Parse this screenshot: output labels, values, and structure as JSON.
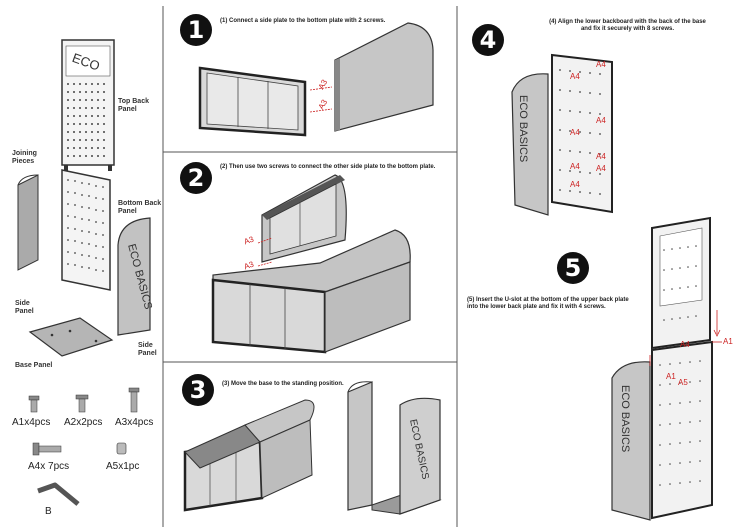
{
  "parts": {
    "top_back_panel": "Top Back\nPanel",
    "joining_pieces": "Joining\nPieces",
    "bottom_back_panel": "Bottom Back\nPanel",
    "side_panel_left": "Side\nPanel",
    "side_panel_right": "Side\nPanel",
    "base_panel": "Base Panel",
    "brand": "ECO BASICS"
  },
  "hardware": [
    {
      "code": "A1x4pcs"
    },
    {
      "code": "A2x2pcs"
    },
    {
      "code": "A3x4pcs"
    },
    {
      "code": "A4x 7pcs"
    },
    {
      "code": "A5x1pc"
    },
    {
      "code": "B"
    }
  ],
  "steps": [
    {
      "number": "1",
      "text": "(1)  Connect a side plate to the bottom plate with 2 screws."
    },
    {
      "number": "2",
      "text": "(2)  Then use two screws to connect the other side plate to the bottom plate."
    },
    {
      "number": "3",
      "text": "(3)  Move the base to the standing position."
    },
    {
      "number": "4",
      "text": "(4)  Align the lower backboard with the back of the base\nand fix it securely with 8 screws."
    },
    {
      "number": "5",
      "text": "(5)  Insert the U-slot at the bottom of the upper back plate\ninto the lower back plate and fix it with 4 screws."
    }
  ],
  "callouts": {
    "a3": "A3",
    "a4": "A4",
    "a5": "A5",
    "a1": "A1"
  },
  "colors": {
    "line": "#333333",
    "panel": "#b9b9b9",
    "panel_dark": "#8a8a8a",
    "frame": "#2b2b2b",
    "callout": "#cc2222"
  }
}
